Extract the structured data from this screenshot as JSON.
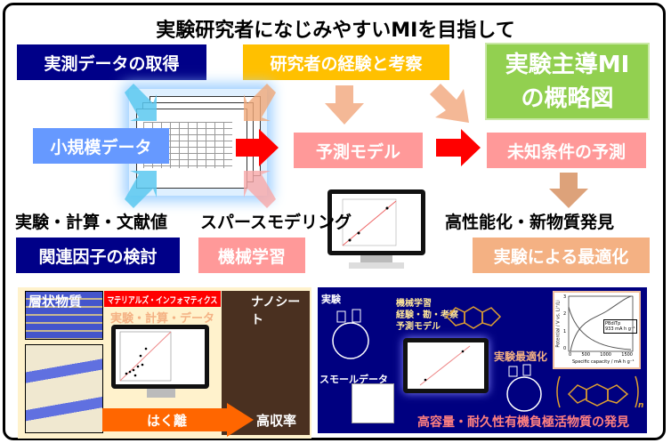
{
  "title": "実験研究者になじみやすいMIを目指して",
  "labels": {
    "measured_data": "実測データの取得",
    "researcher_experience": "研究者の経験と考察",
    "overview": [
      "実験主導MI",
      "の概略図"
    ],
    "small_data": "小規模データ",
    "prediction_model": "予測モデル",
    "unknown_prediction": "未知条件の予測",
    "data_sources": "実験・計算・文献値",
    "sparse_modeling": "スパースモデリング",
    "discovery": "高性能化・新物質発見",
    "factor_study": "関連因子の検討",
    "machine_learning": "機械学習",
    "experimental_optimization": "実験による最適化"
  },
  "left_panel": {
    "layered": "層状物質",
    "mi_banner": "マテリアルズ・インフォマティクス",
    "sources": "実験・計算・データ",
    "nanosheet": "ナノシート",
    "exfoliation": "はく離",
    "high_yield": "高収率"
  },
  "right_panel": {
    "experiment": "実験",
    "ml_lines": [
      "機械学習",
      "経験・勘・考察",
      "予測モデル"
    ],
    "small_data": "スモールデータ",
    "optimization": "実験最適化",
    "discovery": "高容量・耐久性有機負極活物質の発見",
    "plot_legend": [
      "PBdiTp",
      "933 mA h g⁻¹"
    ],
    "plot_xlabel": "Specific capacity / mA h g⁻¹",
    "plot_ylabel": "Potential / V vs. Li⁺/Li",
    "x_ticks": [
      "0",
      "500",
      "1000",
      "1500"
    ],
    "y_ticks": [
      "0",
      "1",
      "2",
      "3"
    ],
    "polymer_n": "n"
  },
  "colors": {
    "navy": "#000088",
    "gold": "#FFC000",
    "green": "#92D050",
    "pink": "#FF9999",
    "peach": "#F4B183",
    "red": "#FF0000",
    "blue": "#6699FF"
  }
}
